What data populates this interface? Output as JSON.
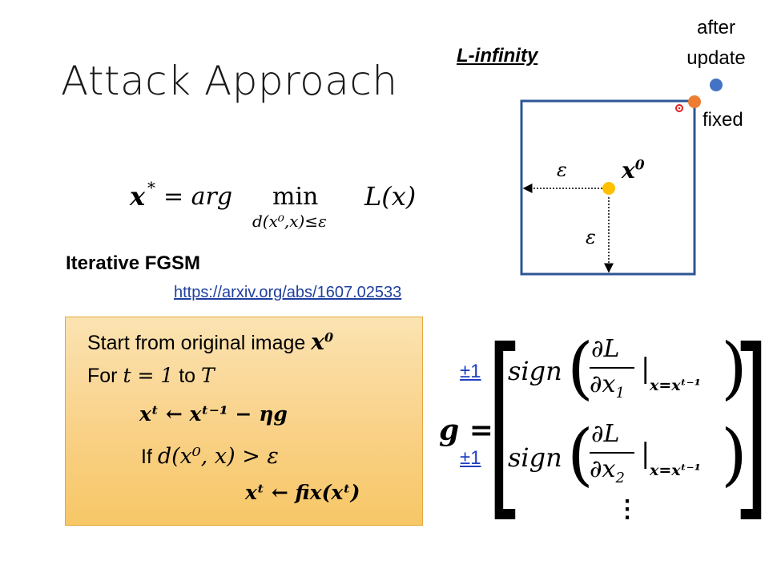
{
  "slide": {
    "title": "Attack Approach",
    "norm_label": "L-infinity",
    "after_update_label": "after update",
    "fixed_label": "fixed",
    "section_title": "Iterative FGSM",
    "paper_link": "https://arxiv.org/abs/1607.02533"
  },
  "objective": {
    "lhs": "x",
    "star": "*",
    "eq": "= arg",
    "min": "min",
    "constraint": "d(x⁰,x)≤ε",
    "loss": "L(x)"
  },
  "diagram": {
    "epsilon": "ε",
    "origin_label": "x",
    "origin_sup": "0",
    "colors": {
      "border": "#2f5597",
      "origin": "#ffc000",
      "after": "#4472c4",
      "fixed": "#ed7d31",
      "marker": "#e02020"
    }
  },
  "algorithm": {
    "line1_text": "Start from original image ",
    "line1_var": "x",
    "line1_sup": "0",
    "line2_text": "For ",
    "line2_math": "t = 1",
    "line2_to": " to ",
    "line2_T": "T",
    "line3": "xᵗ ← xᵗ⁻¹ − ηg",
    "line4_if": "If ",
    "line4_math": "d(x⁰, x) > ε",
    "line5": "xᵗ ← fix(xᵗ)"
  },
  "gradient": {
    "lhs": "g =",
    "pm1": "±1",
    "pm2": "±1",
    "row1_sign": "sign",
    "row1_num": "∂L",
    "row1_den": "∂x",
    "row1_den_sub": "1",
    "row1_eval": "|",
    "row1_eval_sub": "x=xᵗ⁻¹",
    "row2_sign": "sign",
    "row2_num": "∂L",
    "row2_den": "∂x",
    "row2_den_sub": "2",
    "row2_eval": "|",
    "row2_eval_sub": "x=xᵗ⁻¹",
    "vdots": "⋮",
    "pm_color": "#1f3fbf"
  }
}
